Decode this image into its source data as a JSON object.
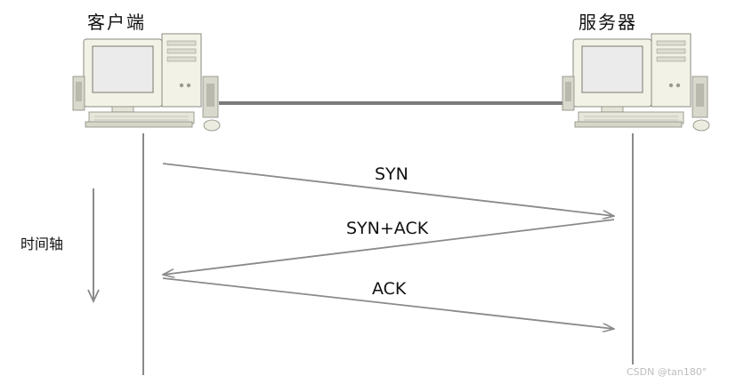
{
  "nodes": {
    "client_label": "客户端",
    "server_label": "服务器"
  },
  "messages": [
    {
      "label": "SYN",
      "from": "client",
      "to": "server"
    },
    {
      "label": "SYN+ACK",
      "from": "server",
      "to": "client"
    },
    {
      "label": "ACK",
      "from": "client",
      "to": "server"
    }
  ],
  "time_axis": {
    "label": "时间轴"
  },
  "watermark": "CSDN @tan180°",
  "colors": {
    "line": "#8a8a8a",
    "cable": "#7b7b7b",
    "text": "#111111",
    "computer_shell": "#f2f2e6",
    "screen": "#ebebeb"
  }
}
